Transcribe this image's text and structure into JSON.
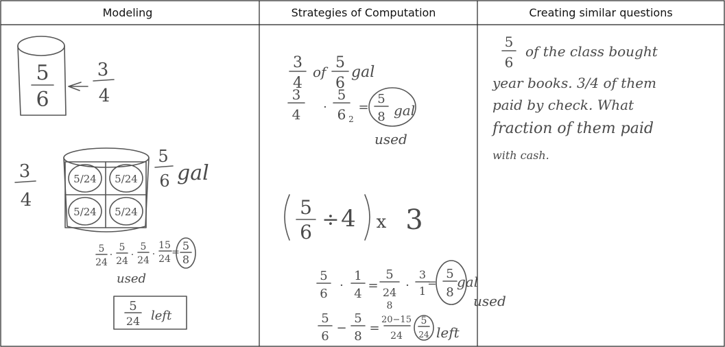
{
  "table": {
    "headers": [
      "Modeling",
      "Strategies of Computation",
      "Creating similar questions"
    ]
  },
  "modeling": {
    "small_cup": {
      "whole": "5/6",
      "take": "3/4"
    },
    "big_cup_multiplier": "3/4",
    "big_cup_capacity": "5/6 gal",
    "quarters": [
      "5/24",
      "5/24",
      "5/24",
      "5/24"
    ],
    "sum_terms": [
      "5/24",
      "5/24",
      "5/24",
      "15/24"
    ],
    "sum_result": "5/8",
    "sum_note": "used",
    "left_box": {
      "fraction": "5/24",
      "label": "left"
    }
  },
  "computation": {
    "line1": {
      "a": "3/4",
      "word": "of",
      "b": "5/6",
      "unit": "gal"
    },
    "line2": {
      "a": "3/4",
      "b": "5/6",
      "b_den_sub": "2",
      "result": "5/8",
      "unit": "gal",
      "note": "used"
    },
    "line3": "(5/6 ÷ 4) × 3",
    "line4": {
      "a": "5/6",
      "b": "1/4",
      "c": "5/24",
      "d": "3/1",
      "result": "5/8",
      "unit": "gal",
      "note": "used",
      "den_mark": "8"
    },
    "line5": {
      "a": "5/6",
      "b": "5/8",
      "c": "20−15/24",
      "result": "5/24",
      "label": "left"
    }
  },
  "question": {
    "lines": [
      "of the class bought",
      "year books. 3/4 of them",
      "paid by check. What",
      "fraction of them paid",
      "with cash."
    ],
    "lead_fraction": "5/6"
  }
}
